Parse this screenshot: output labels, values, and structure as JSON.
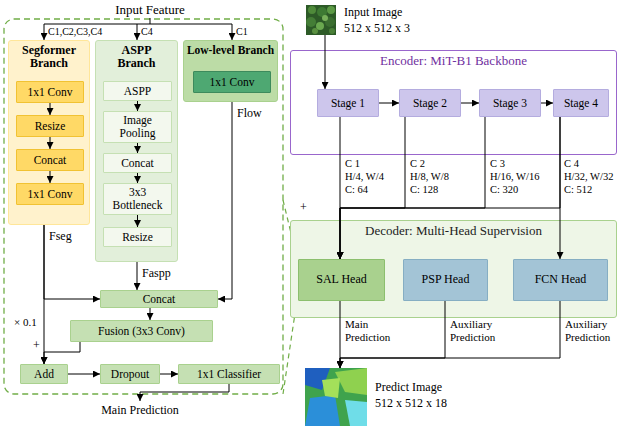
{
  "diagram": {
    "nodes": [
      {
        "text": [
          "Segformer Branch"
        ]
      },
      {
        "text": [
          "1x1 Conv"
        ],
        "in": 0
      },
      {
        "text": [
          "Resize"
        ],
        "in": 0
      },
      {
        "text": [
          "Concat"
        ],
        "in": 0
      },
      {
        "text": [
          "1x1 Conv"
        ],
        "in": 0
      },
      {
        "text": [
          "ASPP Branch"
        ]
      },
      {
        "text": [
          "ASPP"
        ],
        "in": 5
      },
      {
        "text": [
          "Image Pooling"
        ],
        "in": 5
      },
      {
        "text": [
          "Concat"
        ],
        "in": 5
      },
      {
        "text": [
          "3x3 Bottleneck"
        ],
        "in": 5
      },
      {
        "text": [
          "Resize"
        ],
        "in": 5
      },
      {
        "text": [
          "Low-level Branch"
        ]
      },
      {
        "text": [
          "1x1 Conv"
        ],
        "in": 11
      },
      {
        "text": [
          "Concat"
        ]
      },
      {
        "text": [
          "Fusion (3x3 Conv)"
        ]
      },
      {
        "text": [
          "Add"
        ]
      },
      {
        "text": [
          "Dropout"
        ]
      },
      {
        "text": [
          "1x1 Classifier"
        ]
      },
      {
        "text": [
          "Input Image",
          "512 x 512 x 3"
        ]
      },
      {
        "text": [
          "Encoder: MiT-B1 Backbone"
        ]
      },
      {
        "text": [
          "Stage 1"
        ],
        "in": 19
      },
      {
        "text": [
          "Stage 2"
        ],
        "in": 19
      },
      {
        "text": [
          "Stage 3"
        ],
        "in": 19
      },
      {
        "text": [
          "Stage 4"
        ],
        "in": 19
      },
      {
        "text": [
          "Decoder: Multi-Head Supervision"
        ]
      },
      {
        "text": [
          "SAL Head"
        ],
        "in": 24
      },
      {
        "text": [
          "PSP Head"
        ],
        "in": 24
      },
      {
        "text": [
          "FCN Head"
        ],
        "in": 24
      },
      {
        "text": [
          "Predict Image",
          "512 x 512 x 18"
        ]
      }
    ],
    "edges": [
      {
        "from": 1,
        "to": 2,
        "arrow": "to"
      },
      {
        "from": 2,
        "to": 3,
        "arrow": "to"
      },
      {
        "from": 3,
        "to": 4,
        "arrow": "to"
      },
      {
        "from": 6,
        "to": 7,
        "arrow": "to"
      },
      {
        "from": 7,
        "to": 8,
        "arrow": "to"
      },
      {
        "from": 8,
        "to": 9,
        "arrow": "to"
      },
      {
        "from": 9,
        "to": 10,
        "arrow": "to"
      },
      {
        "from": 0,
        "to": 13,
        "label": "Fseg",
        "arrow": "to"
      },
      {
        "from": 5,
        "to": 13,
        "label": "Faspp",
        "arrow": "to"
      },
      {
        "from": 11,
        "to": 13,
        "label": "Flow",
        "arrow": "to"
      },
      {
        "from": 13,
        "to": 14,
        "arrow": "to"
      },
      {
        "from": 0,
        "to": 15,
        "label": "× 0.1",
        "arrow": "to"
      },
      {
        "from": 14,
        "to": 15,
        "label": "+",
        "arrow": "to"
      },
      {
        "from": 15,
        "to": 16,
        "arrow": "to"
      },
      {
        "from": 16,
        "to": 17,
        "arrow": "to"
      },
      {
        "from": 18,
        "to": 20,
        "arrow": "to"
      },
      {
        "from": 20,
        "to": 21,
        "arrow": "to"
      },
      {
        "from": 21,
        "to": 22,
        "arrow": "to"
      },
      {
        "from": 22,
        "to": 23,
        "arrow": "to"
      },
      {
        "from": 20,
        "to": 25,
        "arrow": "to"
      },
      {
        "from": 21,
        "to": 25,
        "arrow": "to"
      },
      {
        "from": 22,
        "to": 25,
        "arrow": "to"
      },
      {
        "from": 23,
        "to": 25,
        "arrow": "to"
      },
      {
        "from": 23,
        "to": 27,
        "arrow": "to"
      },
      {
        "from": 25,
        "to": 28,
        "label": "Main Prediction",
        "arrow": "to"
      },
      {
        "from": 26,
        "to": 28,
        "label": "Auxiliary Prediction",
        "arrow": "to"
      },
      {
        "from": 27,
        "to": 28,
        "label": "Auxiliary Prediction",
        "arrow": "to"
      }
    ],
    "labels": [
      "Input Feature",
      "C1,C2,C3,C4",
      "C4",
      "C1",
      "Main Prediction",
      "C 1",
      "H/4, W/4",
      "C: 64",
      "C 2",
      "H/8, W/8",
      "C: 128",
      "C 3",
      "H/16, W/16",
      "C: 320",
      "C 4",
      "H/32, W/32",
      "C: 512",
      "+"
    ]
  }
}
